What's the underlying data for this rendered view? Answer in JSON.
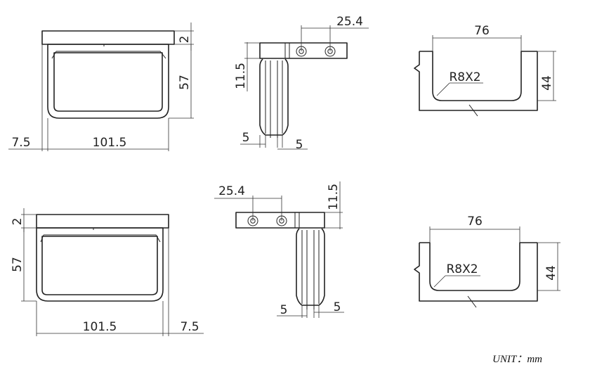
{
  "top_view_1": {
    "dim_thickness": "2",
    "dim_height": "57",
    "dim_width": "101.5",
    "dim_offset": "7.5"
  },
  "side_view_1": {
    "dim_hole_spacing": "25.4",
    "dim_height": "11.5",
    "dim_left": "5",
    "dim_right": "5"
  },
  "profile_1": {
    "dim_width": "76",
    "dim_radius": "R8X2",
    "dim_height": "44"
  },
  "top_view_2": {
    "dim_thickness": "2",
    "dim_height": "57",
    "dim_width": "101.5",
    "dim_offset": "7.5"
  },
  "side_view_2": {
    "dim_hole_spacing": "25.4",
    "dim_height": "11.5",
    "dim_left": "5",
    "dim_right": "5"
  },
  "profile_2": {
    "dim_width": "76",
    "dim_radius": "R8X2",
    "dim_height": "44"
  },
  "unit_label": "UNIT：mm"
}
